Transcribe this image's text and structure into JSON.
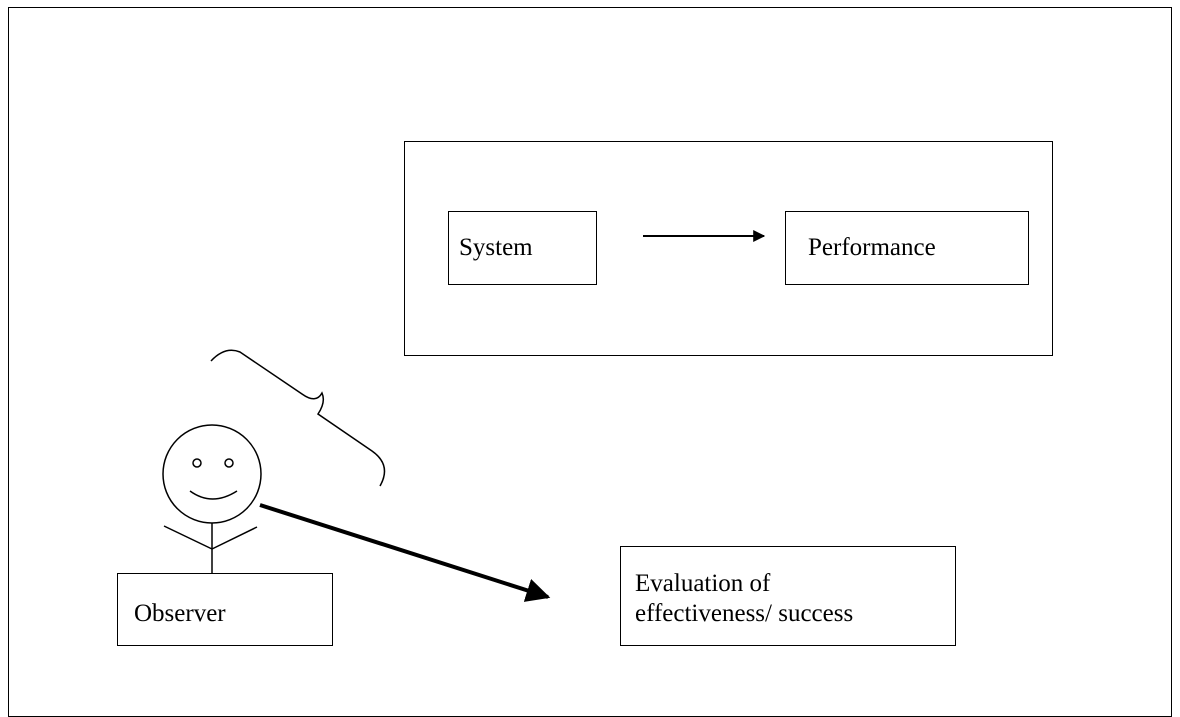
{
  "nodes": {
    "system": "System",
    "performance": "Performance",
    "observer": "Observer",
    "evaluation_line1": "Evaluation of",
    "evaluation_line2": "effectiveness/ success"
  }
}
